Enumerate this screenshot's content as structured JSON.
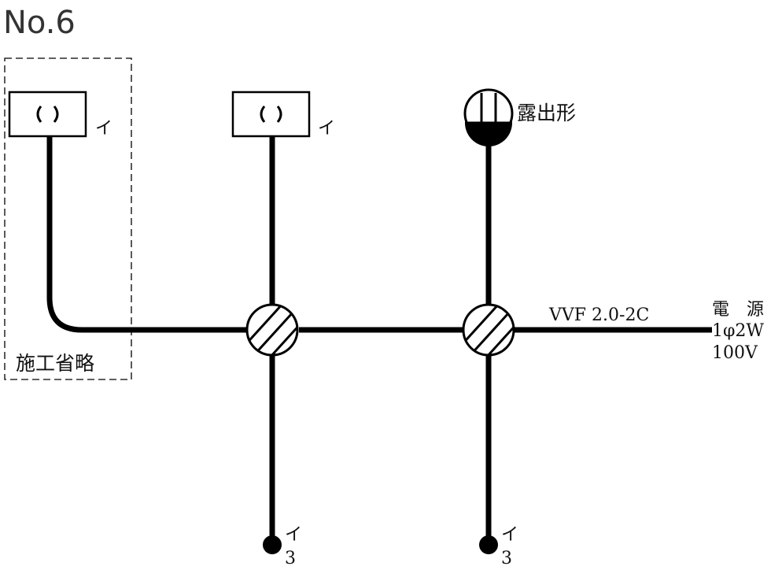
{
  "diagram": {
    "title": "No.6",
    "omitted_label": "施工省略",
    "wire_label": "VVF 2.0-2C",
    "power": {
      "line1": "電　源",
      "line2": "1φ2W",
      "line3": "100V"
    },
    "light_left_label": "イ",
    "light_center_label": "イ",
    "exposed_label": "露出形",
    "switch_left": {
      "letter": "イ",
      "number": "3"
    },
    "switch_right": {
      "letter": "イ",
      "number": "3"
    },
    "fixture_symbol": "( )"
  }
}
